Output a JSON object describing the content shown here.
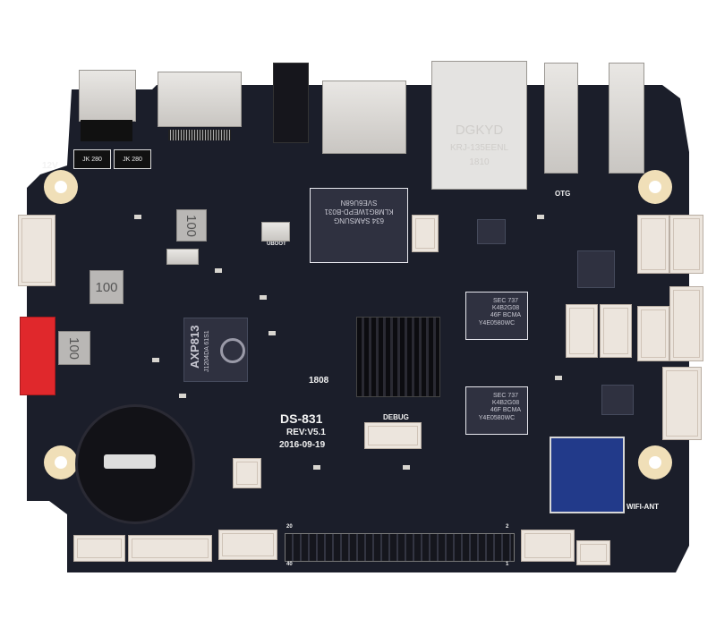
{
  "board": {
    "model": "DS-831",
    "revision": "REV:V5.1",
    "date": "2016-09-19",
    "power_label": "12V",
    "otg_label": "OTG",
    "debug_label": "DEBUG",
    "wifi_label": "WIFI-ANT",
    "uboot_label": "UBOOT",
    "silk_code": "1808"
  },
  "components": {
    "ethernet": {
      "brand": "DGKYD",
      "part": "KRJ-135EENL",
      "code": "1810"
    },
    "pmic": {
      "name": "AXP813",
      "code": "J1204DA 61S1"
    },
    "emmc": {
      "brand": "SAMSUNG",
      "code": "634",
      "part": "KLM8G1WEPD-B031",
      "lot": "SVE6U68N"
    },
    "ram1": {
      "line1": "SEC 737",
      "line2": "K4B2G08",
      "line3": "46F BCMA",
      "line4": "Y4E0580WC"
    },
    "ram2": {
      "line1": "SEC 737",
      "line2": "K4B2G08",
      "line3": "46F BCMA",
      "line4": "Y4E0580WC"
    },
    "inductor_label": "100",
    "diode_label": "JK 280",
    "header_pin_labels": [
      "20",
      "40",
      "2",
      "1"
    ]
  },
  "colors": {
    "pcb": "#1b1e2a",
    "connector_red": "#e0282c",
    "connector_white": "#ece5dd",
    "mount_ring": "#f0dfb8"
  }
}
